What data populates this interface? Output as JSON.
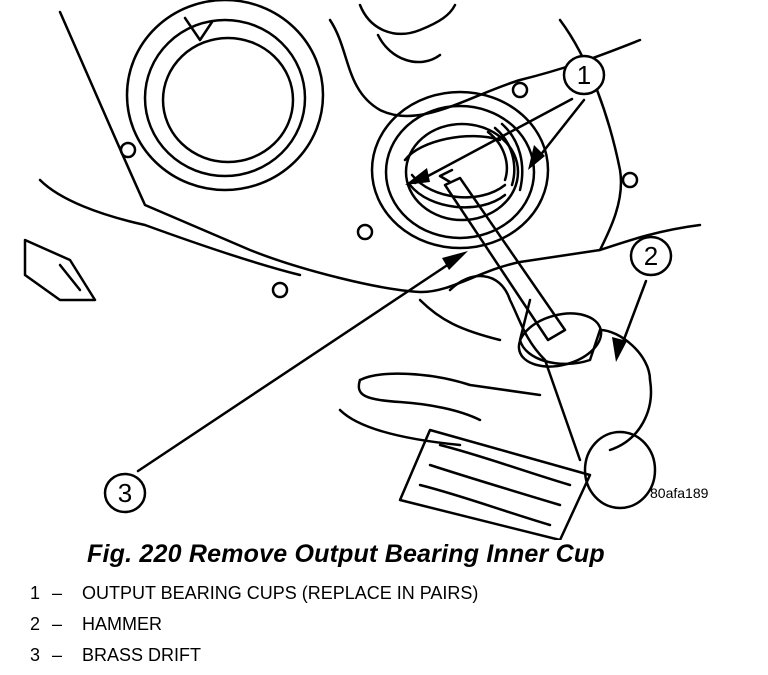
{
  "figure": {
    "code": "80afa189",
    "callouts": [
      "1",
      "2",
      "3"
    ],
    "caption": "Fig. 220 Remove Output Bearing Inner Cup"
  },
  "legend": [
    {
      "number": "1",
      "separator": "–",
      "text": "OUTPUT BEARING CUPS (REPLACE IN PAIRS)"
    },
    {
      "number": "2",
      "separator": "–",
      "text": "HAMMER"
    },
    {
      "number": "3",
      "separator": "–",
      "text": "BRASS DRIFT"
    }
  ]
}
